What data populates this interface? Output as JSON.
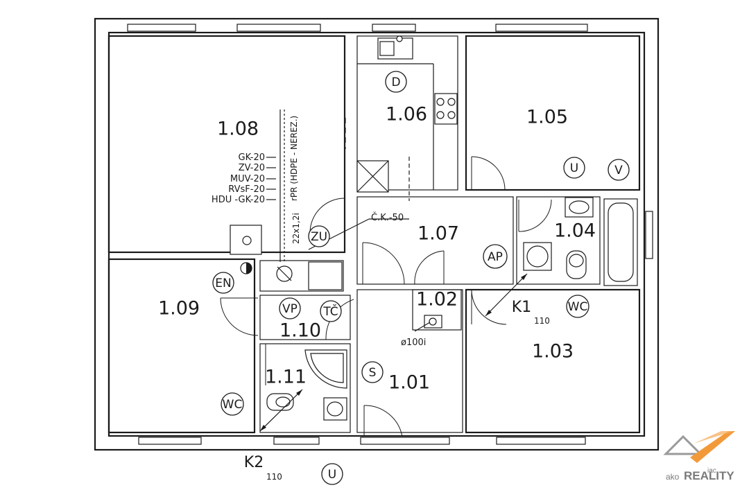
{
  "rooms": {
    "r108": "1.08",
    "r106": "1.06",
    "r105": "1.05",
    "r107": "1.07",
    "r104": "1.04",
    "r109": "1.09",
    "r110": "1.10",
    "r102": "1.02",
    "r103": "1.03",
    "r111": "1.11",
    "r101": "1.01"
  },
  "symbols": {
    "d": "D",
    "u1": "U",
    "v": "V",
    "zu": "ZU",
    "ap": "AP",
    "en": "EN",
    "vp": "VP",
    "tc": "TČ",
    "wc1": "WC",
    "wc2": "WC",
    "s": "S",
    "u2": "U"
  },
  "risers": {
    "lines": [
      "GK-20",
      "ZV-20",
      "MUV-20",
      "RVsF-20",
      "HDU -GK-20"
    ],
    "vertical_note": "rPR (HDPE - NEREZ.)",
    "pipe_note": "22x1,2i"
  },
  "labels": {
    "ck": "Č.K.-50",
    "diam": "ø100i",
    "k1": "K1",
    "k1_sub": "110",
    "k2": "K2",
    "k2_sub": "110"
  },
  "logo": {
    "small": "iac",
    "prefix": "ako",
    "brand": "REALITY",
    "colors": {
      "orange": "#f29a3a",
      "gray": "#8a8a8a"
    }
  }
}
